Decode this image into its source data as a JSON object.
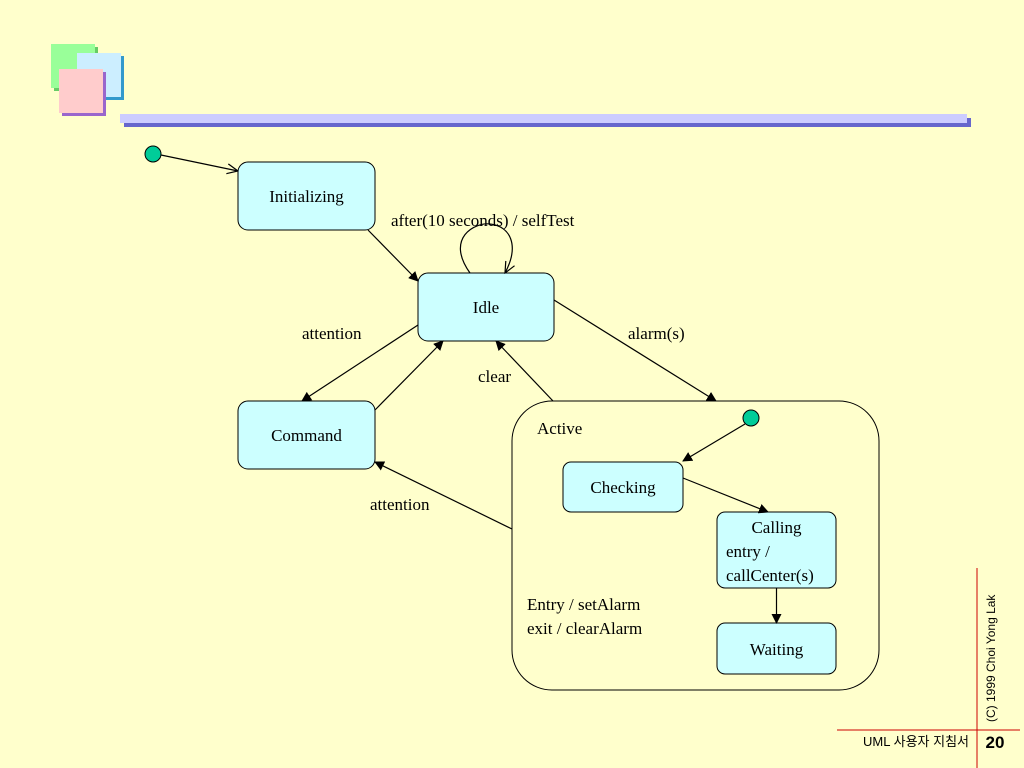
{
  "colors": {
    "background": "#ffffcc",
    "state_fill": "#ccffff",
    "initial_dot": "#00cc99",
    "footer_line": "#cc0000"
  },
  "diagram": {
    "states": {
      "initializing": "Initializing",
      "idle": "Idle",
      "command": "Command",
      "active": "Active",
      "checking": "Checking",
      "calling_line1": "Calling",
      "calling_line2": "entry /",
      "calling_line3": "callCenter(s)",
      "waiting": "Waiting"
    },
    "active_actions": {
      "entry": "Entry / setAlarm",
      "exit": "exit / clearAlarm"
    },
    "transitions": {
      "self_test": "after(10 seconds) / selfTest",
      "attention_idle_to_command": "attention",
      "alarm": "alarm(s)",
      "clear": "clear",
      "attention_active_to_command": "attention"
    }
  },
  "footer": {
    "copyright": "(C) 1999  Choi Yong Lak",
    "title": "UML 사용자 지침서",
    "page_number": "20"
  }
}
